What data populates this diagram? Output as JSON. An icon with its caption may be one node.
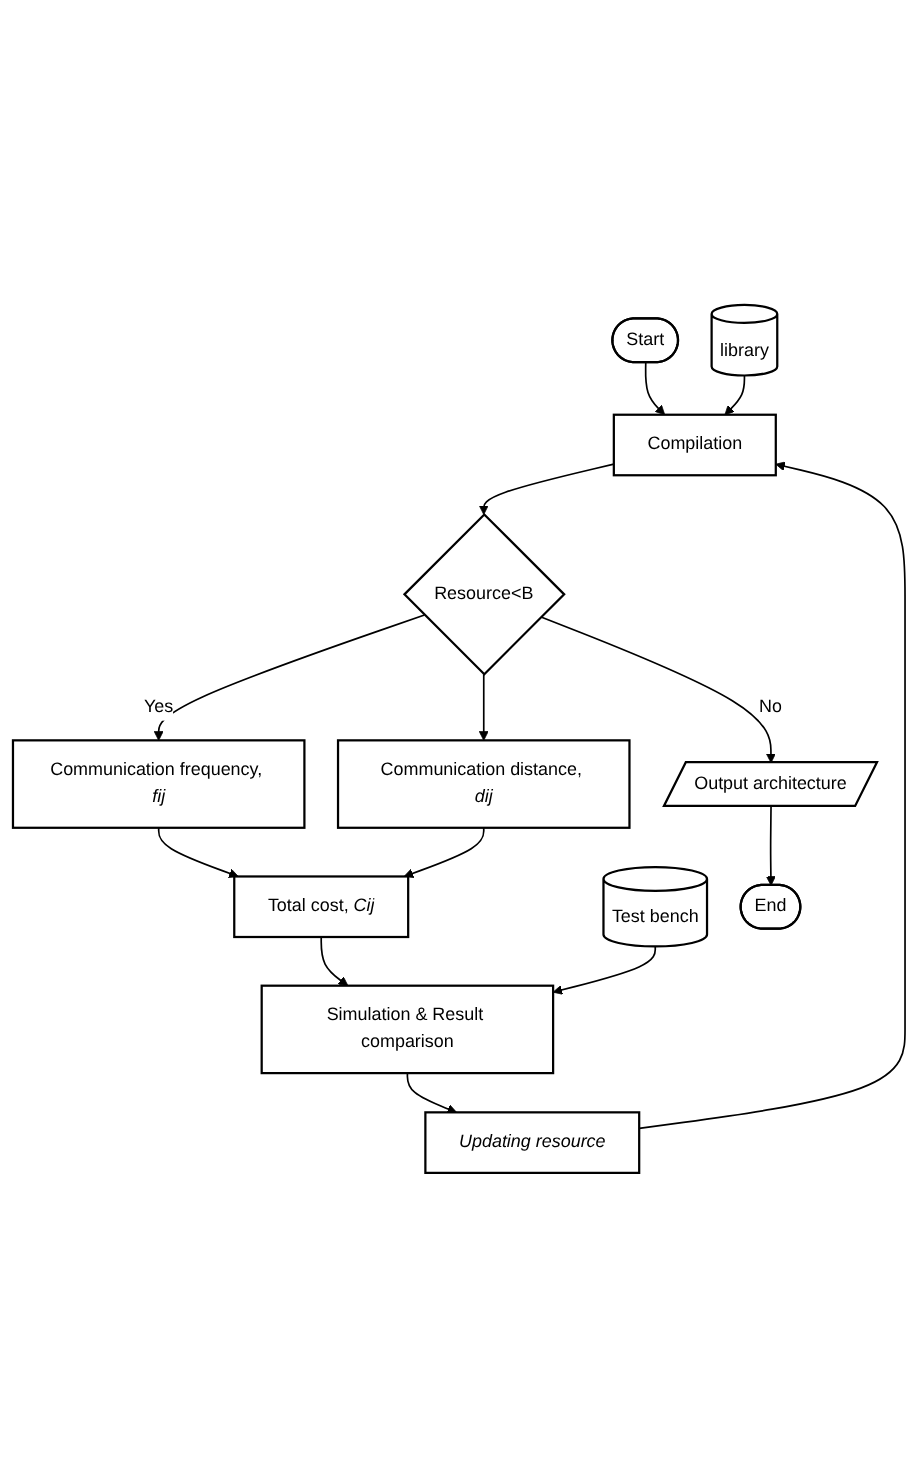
{
  "diagram": {
    "nodes": [
      {
        "text": [
          "Start"
        ]
      },
      {
        "text": [
          "library"
        ]
      },
      {
        "text": [
          "Compilation"
        ]
      },
      {
        "text": [
          "Resource<B"
        ]
      },
      {
        "text": [
          "Communication frequency, *fij*"
        ]
      },
      {
        "text": [
          "Communication distance, *dij*"
        ]
      },
      {
        "text": [
          "Total cost, *Cij*"
        ]
      },
      {
        "text": [
          "Test bench"
        ]
      },
      {
        "text": [
          "Simulation & Result comparison"
        ]
      },
      {
        "text": [
          "Updating resource"
        ]
      },
      {
        "text": [
          "Output architecture"
        ]
      },
      {
        "text": [
          "End"
        ]
      }
    ],
    "edges": [
      {
        "from": 0,
        "to": 2,
        "arrow": "to"
      },
      {
        "from": 1,
        "to": 2,
        "arrow": "to"
      },
      {
        "from": 2,
        "to": 3,
        "arrow": "to"
      },
      {
        "from": 3,
        "to": 4,
        "arrow": "to",
        "label": "Yes"
      },
      {
        "from": 3,
        "to": 5,
        "arrow": "to"
      },
      {
        "from": 4,
        "to": 6,
        "arrow": "to"
      },
      {
        "from": 5,
        "to": 6,
        "arrow": "to"
      },
      {
        "from": 6,
        "to": 8,
        "arrow": "to"
      },
      {
        "from": 7,
        "to": 8,
        "arrow": "to"
      },
      {
        "from": 8,
        "to": 9,
        "arrow": "to"
      },
      {
        "from": 9,
        "to": 2,
        "arrow": "to"
      },
      {
        "from": 3,
        "to": 10,
        "arrow": "to",
        "label": "No"
      },
      {
        "from": 10,
        "to": 11,
        "arrow": "to"
      }
    ]
  }
}
